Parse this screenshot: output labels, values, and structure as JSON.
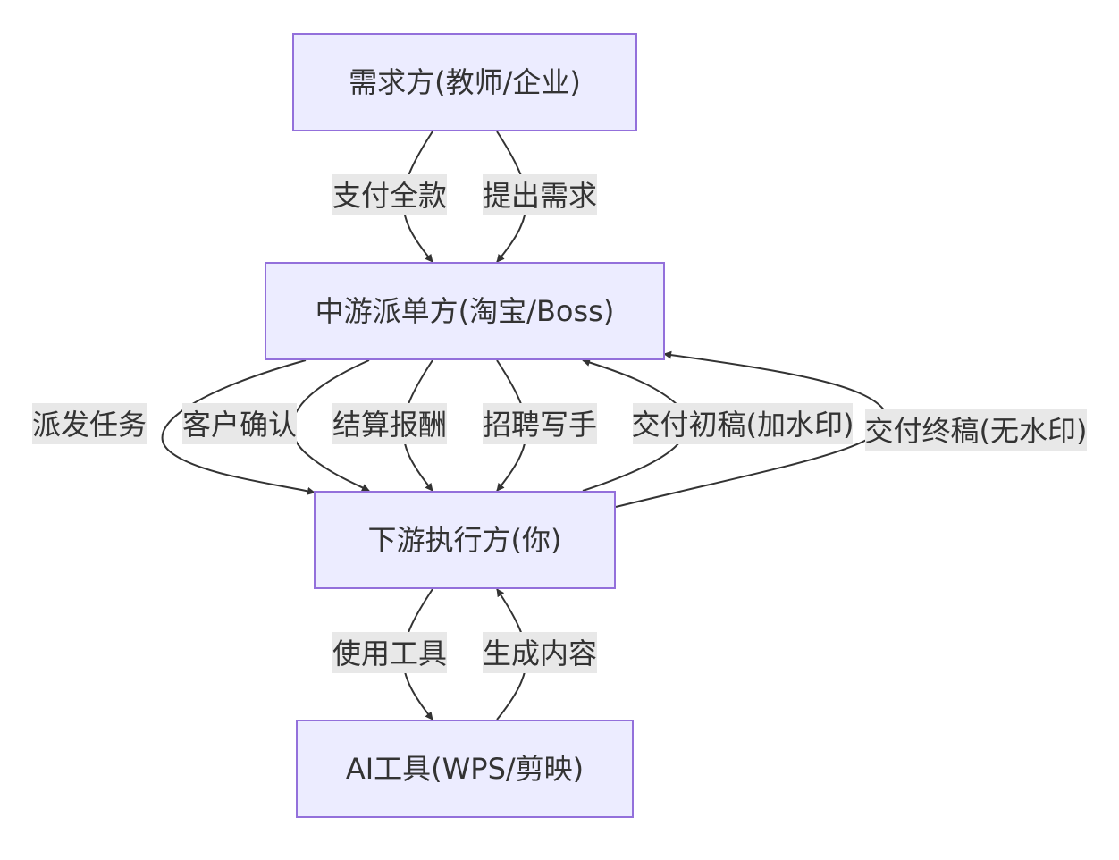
{
  "diagram": {
    "type": "flowchart",
    "direction": "top-down",
    "colors": {
      "node_fill": "#ECECFF",
      "node_stroke": "#9370DB",
      "edge_stroke": "#333333",
      "label_background": "#E8E8E8",
      "text": "#333333"
    },
    "nodes": [
      {
        "id": "demand",
        "label": "需求方(教师/企业)"
      },
      {
        "id": "middle",
        "label": "中游派单方(淘宝/Boss)"
      },
      {
        "id": "down",
        "label": "下游执行方(你)"
      },
      {
        "id": "ai",
        "label": "AI工具(WPS/剪映)"
      }
    ],
    "edges": [
      {
        "from": "demand",
        "to": "middle",
        "label": "支付全款"
      },
      {
        "from": "demand",
        "to": "middle",
        "label": "提出需求"
      },
      {
        "from": "middle",
        "to": "down",
        "label": "派发任务"
      },
      {
        "from": "middle",
        "to": "down",
        "label": "客户确认"
      },
      {
        "from": "middle",
        "to": "down",
        "label": "结算报酬"
      },
      {
        "from": "middle",
        "to": "down",
        "label": "招聘写手"
      },
      {
        "from": "down",
        "to": "middle",
        "label": "交付初稿(加水印)"
      },
      {
        "from": "down",
        "to": "middle",
        "label": "交付终稿(无水印)"
      },
      {
        "from": "down",
        "to": "ai",
        "label": "使用工具"
      },
      {
        "from": "ai",
        "to": "down",
        "label": "生成内容"
      }
    ]
  }
}
